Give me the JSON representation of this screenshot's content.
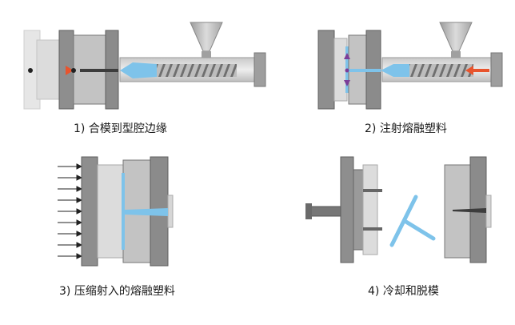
{
  "steps": [
    {
      "label": "1) 合模到型腔边缘"
    },
    {
      "label": "2) 注射熔融塑料"
    },
    {
      "label": "3) 压缩射入的熔融塑料"
    },
    {
      "label": "4) 冷却和脱模"
    }
  ],
  "colors": {
    "plate_light": "#e3e3e3",
    "plate_mid": "#b9b9b9",
    "plate_dark": "#6d6d6d",
    "outline": "#555555",
    "melt": "#7ec3ea",
    "arrow_red": "#e8542d",
    "arrow_purple": "#7b3d98",
    "screw": "#8a8a8a"
  }
}
